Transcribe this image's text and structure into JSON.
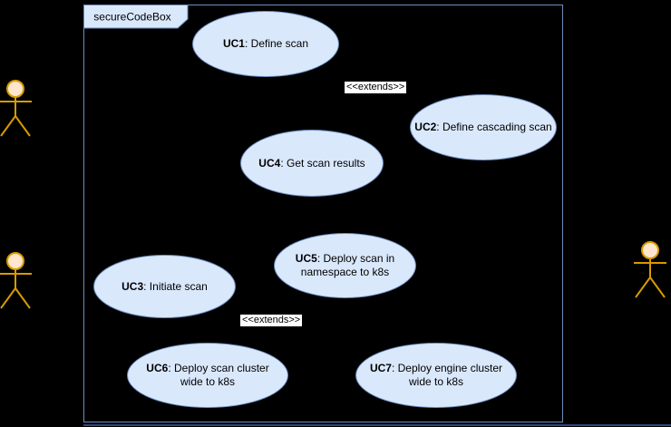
{
  "diagram": {
    "type": "uml-use-case-diagram",
    "boundary": {
      "label": "secureCodeBox"
    },
    "usecases": [
      {
        "id": "UC1",
        "text": ": Define scan"
      },
      {
        "id": "UC2",
        "text": ": Define cascading scan"
      },
      {
        "id": "UC3",
        "text": ": Initiate scan"
      },
      {
        "id": "UC4",
        "text": ": Get scan results"
      },
      {
        "id": "UC5",
        "text": ": Deploy scan in namespace to k8s"
      },
      {
        "id": "UC6",
        "text": ": Deploy scan cluster wide to k8s"
      },
      {
        "id": "UC7",
        "text": ": Deploy engine cluster wide to k8s"
      }
    ],
    "stereotype_labels": [
      "<<extends>>",
      "<<extends>>"
    ],
    "actors": [
      {
        "icon": "actor-icon",
        "position": "left-top"
      },
      {
        "icon": "actor-icon",
        "position": "left-bottom"
      },
      {
        "icon": "actor-icon",
        "position": "right"
      }
    ],
    "colors": {
      "background": "#000000",
      "usecase_fill": "#dae8fc",
      "usecase_stroke": "#6c8ebf",
      "boundary_stroke": "#6c8ebf",
      "frame_label_fill": "#dae8fc",
      "stereotype_background": "#ffffff",
      "actor_stroke": "#d79b00",
      "actor_head_fill": "#ffe6cc",
      "bottom_edge_line": "#2c4a7c"
    }
  }
}
